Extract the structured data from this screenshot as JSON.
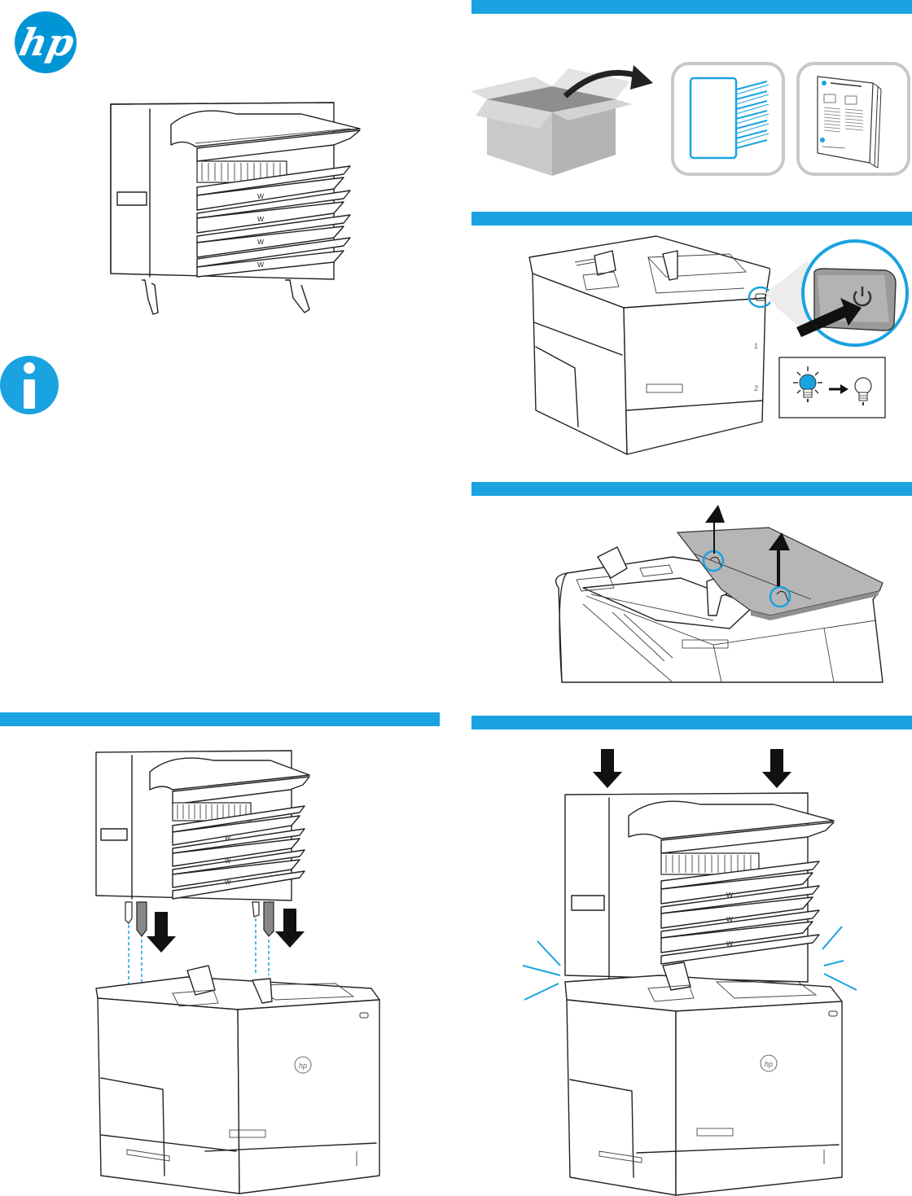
{
  "brand": {
    "logo_text": "hp",
    "color": "#0096d6"
  },
  "accent": "#1aa3e0",
  "icons": {
    "info": "info-icon",
    "power": "power-icon",
    "box": "box-icon",
    "arrow": "arrow-icon",
    "bulb": "light-bulb-icon"
  },
  "printer": {
    "tray_numbers": [
      "1",
      "2"
    ]
  },
  "mailbox": {
    "mark": "w"
  }
}
